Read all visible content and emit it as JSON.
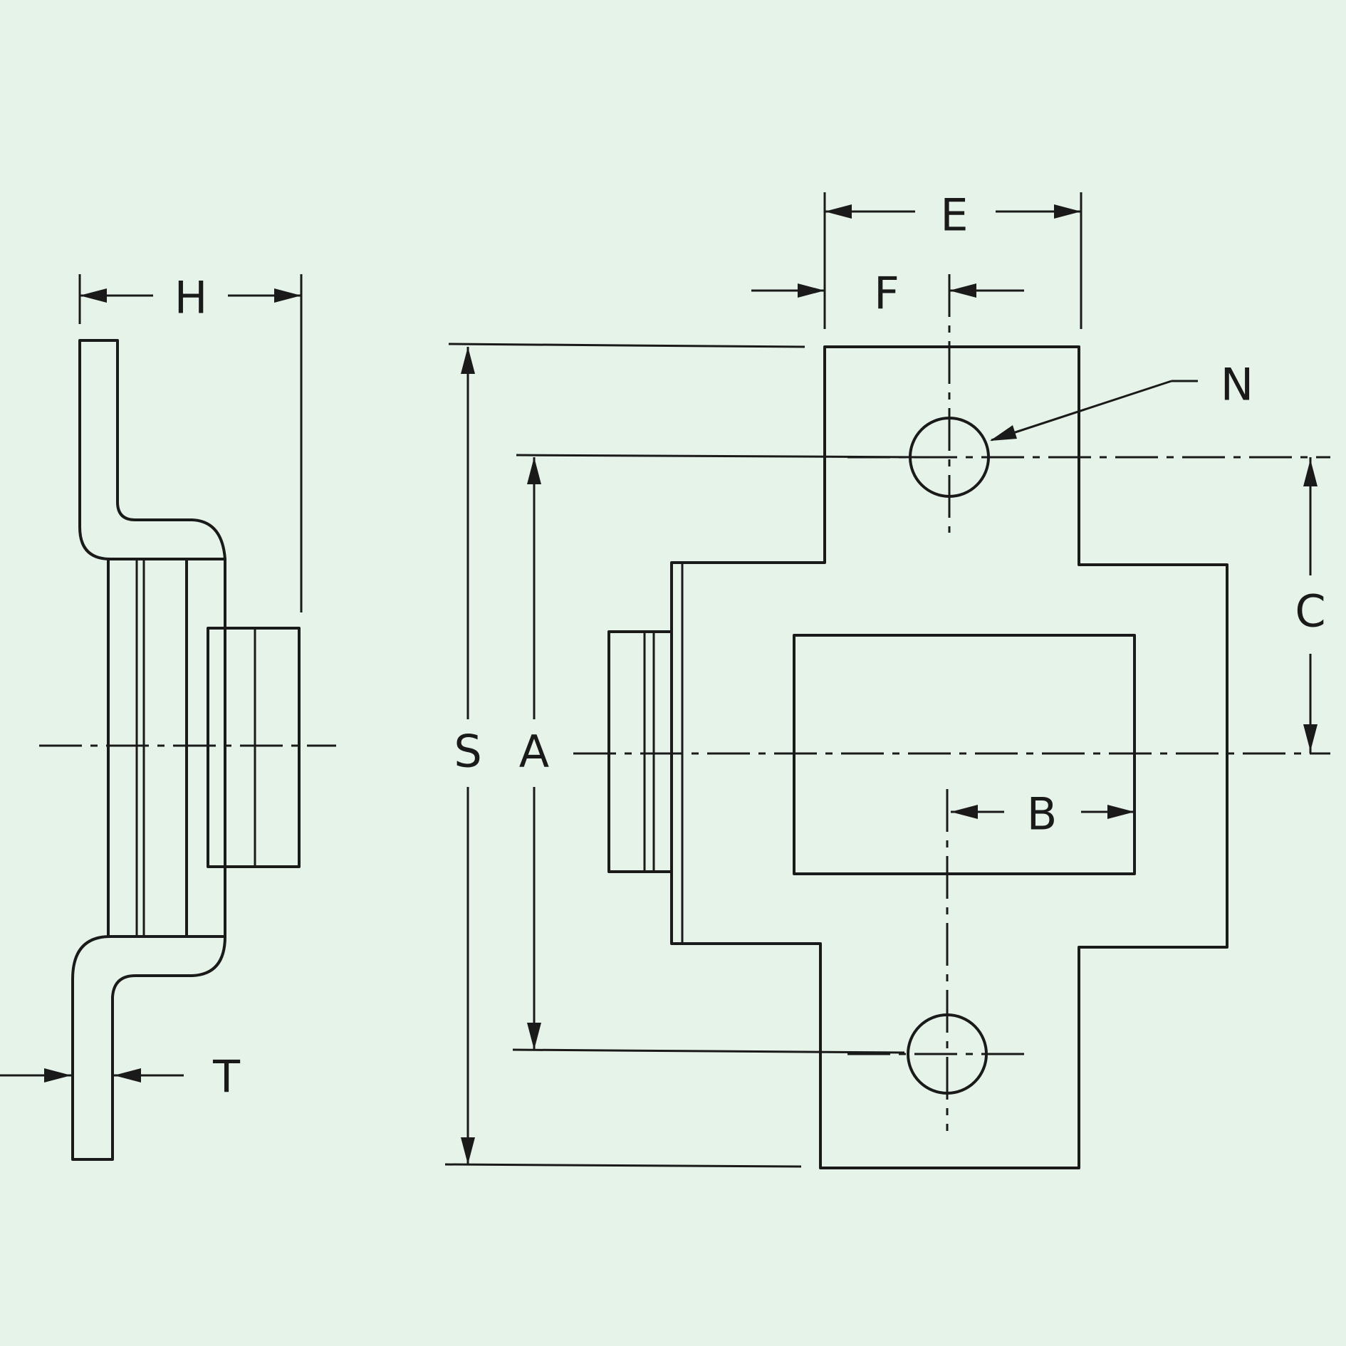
{
  "labels": {
    "H": "H",
    "T": "T",
    "E": "E",
    "F": "F",
    "N": "N",
    "C": "C",
    "S": "S",
    "A": "A",
    "B": "B"
  },
  "colors": {
    "background": "#e6f3e8",
    "ink": "#1a1a1a"
  }
}
